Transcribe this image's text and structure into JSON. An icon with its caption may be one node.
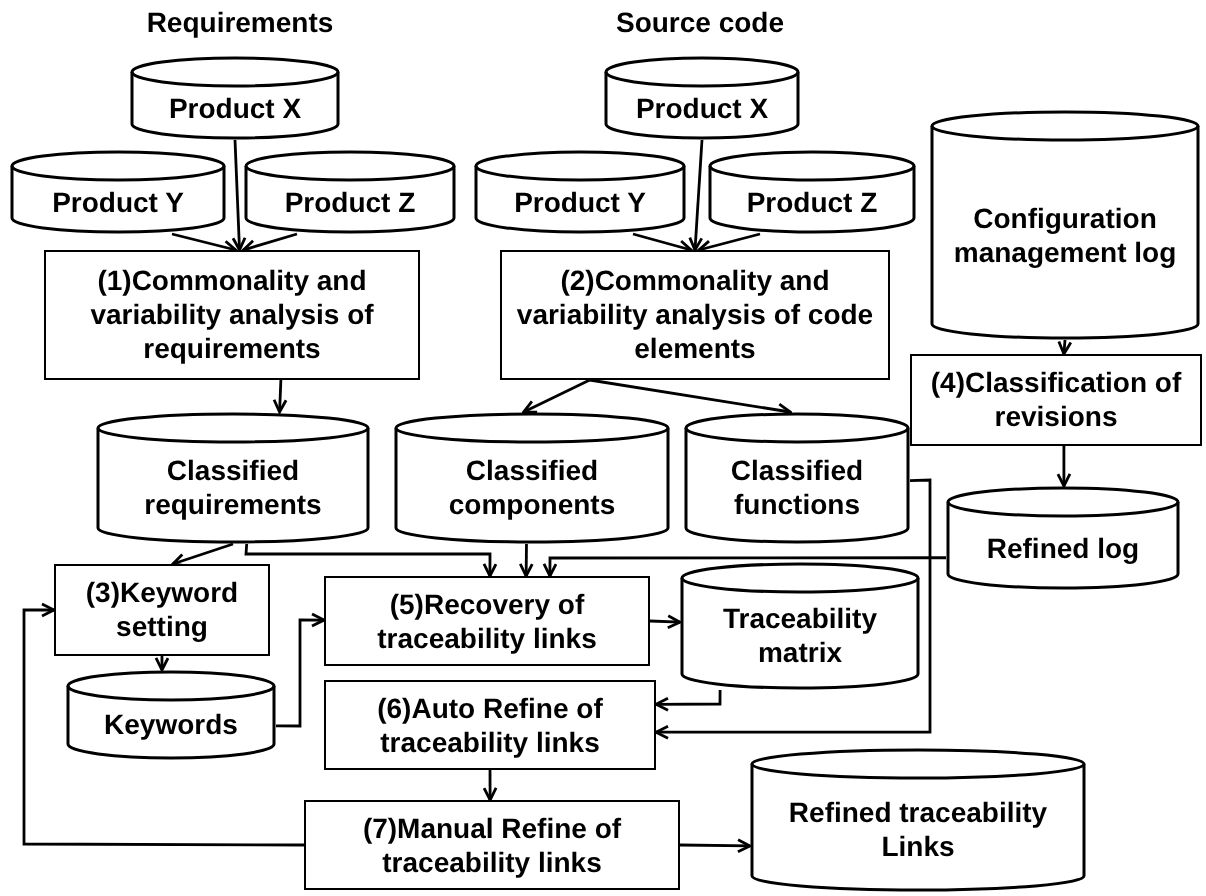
{
  "diagram": {
    "nodes": [
      {
        "text": [
          "Product X"
        ]
      },
      {
        "text": [
          "Product Y"
        ]
      },
      {
        "text": [
          "Product Z"
        ]
      },
      {
        "text": [
          "(1)Commonality and variability analysis of requirements"
        ]
      },
      {
        "text": [
          "Product X"
        ]
      },
      {
        "text": [
          "Product Y"
        ]
      },
      {
        "text": [
          "Product Z"
        ]
      },
      {
        "text": [
          "(2)Commonality and variability analysis of code elements"
        ]
      },
      {
        "text": [
          "Configuration management log"
        ]
      },
      {
        "text": [
          "(4)Classification of revisions"
        ]
      },
      {
        "text": [
          "Classified requirements"
        ]
      },
      {
        "text": [
          "Classified components"
        ]
      },
      {
        "text": [
          "Classified functions"
        ]
      },
      {
        "text": [
          "Refined log"
        ]
      },
      {
        "text": [
          "(3)Keyword setting"
        ]
      },
      {
        "text": [
          "Keywords"
        ]
      },
      {
        "text": [
          "(5)Recovery of traceability links"
        ]
      },
      {
        "text": [
          "Traceability matrix"
        ]
      },
      {
        "text": [
          "(6)Auto Refine of traceability links"
        ]
      },
      {
        "text": [
          "(7)Manual Refine of traceability links"
        ]
      },
      {
        "text": [
          "Refined traceability Links"
        ]
      }
    ],
    "edges": [
      {
        "from": 0,
        "to": 3,
        "arrow": "to"
      },
      {
        "from": 1,
        "to": 3,
        "arrow": "to"
      },
      {
        "from": 2,
        "to": 3,
        "arrow": "to"
      },
      {
        "from": 4,
        "to": 7,
        "arrow": "to"
      },
      {
        "from": 5,
        "to": 7,
        "arrow": "to"
      },
      {
        "from": 6,
        "to": 7,
        "arrow": "to"
      },
      {
        "from": 3,
        "to": 10,
        "arrow": "to"
      },
      {
        "from": 7,
        "to": 11,
        "arrow": "to"
      },
      {
        "from": 7,
        "to": 12,
        "arrow": "to"
      },
      {
        "from": 8,
        "to": 9,
        "arrow": "to"
      },
      {
        "from": 9,
        "to": 13,
        "arrow": "to"
      },
      {
        "from": 10,
        "to": 14,
        "arrow": "to"
      },
      {
        "from": 10,
        "to": 16,
        "arrow": "to"
      },
      {
        "from": 11,
        "to": 16,
        "arrow": "to"
      },
      {
        "from": 13,
        "to": 16,
        "arrow": "to"
      },
      {
        "from": 12,
        "to": 18,
        "arrow": "to"
      },
      {
        "from": 14,
        "to": 15,
        "arrow": "to"
      },
      {
        "from": 15,
        "to": 16,
        "arrow": "to"
      },
      {
        "from": 16,
        "to": 17,
        "arrow": "to"
      },
      {
        "from": 17,
        "to": 18,
        "arrow": "to"
      },
      {
        "from": 18,
        "to": 19,
        "arrow": "to"
      },
      {
        "from": 19,
        "to": 20,
        "arrow": "to"
      },
      {
        "from": 19,
        "to": 14,
        "arrow": "to"
      }
    ],
    "labels": [
      "Requirements",
      "Source code"
    ]
  }
}
